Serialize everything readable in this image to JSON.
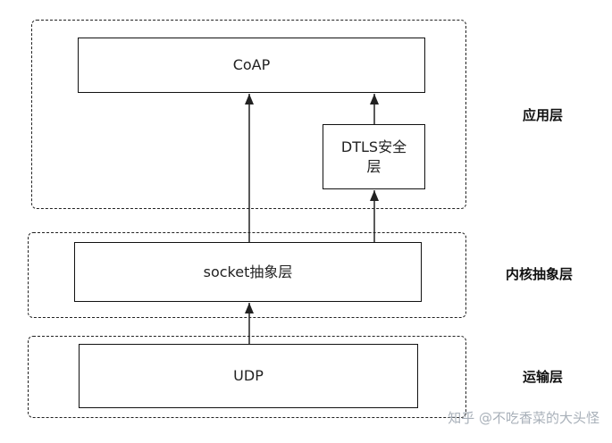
{
  "boxes": {
    "coap": "CoAP",
    "dtls": "DTLS安全层",
    "socket": "socket抽象层",
    "udp": "UDP"
  },
  "layers": {
    "application": "应用层",
    "kernel_abstraction": "内核抽象层",
    "transport": "运输层"
  },
  "watermark": "知乎 @不吃香菜的大头怪"
}
